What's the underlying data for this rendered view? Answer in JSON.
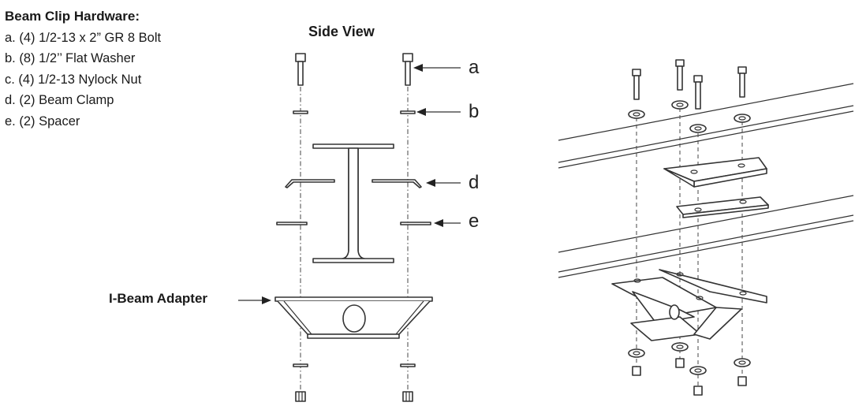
{
  "hardware": {
    "title": "Beam Clip Hardware:",
    "items": [
      "a. (4) 1/2-13 x 2” GR 8 Bolt",
      "b. (8) 1/2’’ Flat Washer",
      "c. (4) 1/2-13 Nylock Nut",
      "d. (2) Beam Clamp",
      "e. (2) Spacer"
    ]
  },
  "side_view": {
    "title": "Side View",
    "callouts": [
      "a",
      "b",
      "d",
      "e"
    ],
    "adapter_label": "I-Beam Adapter"
  }
}
